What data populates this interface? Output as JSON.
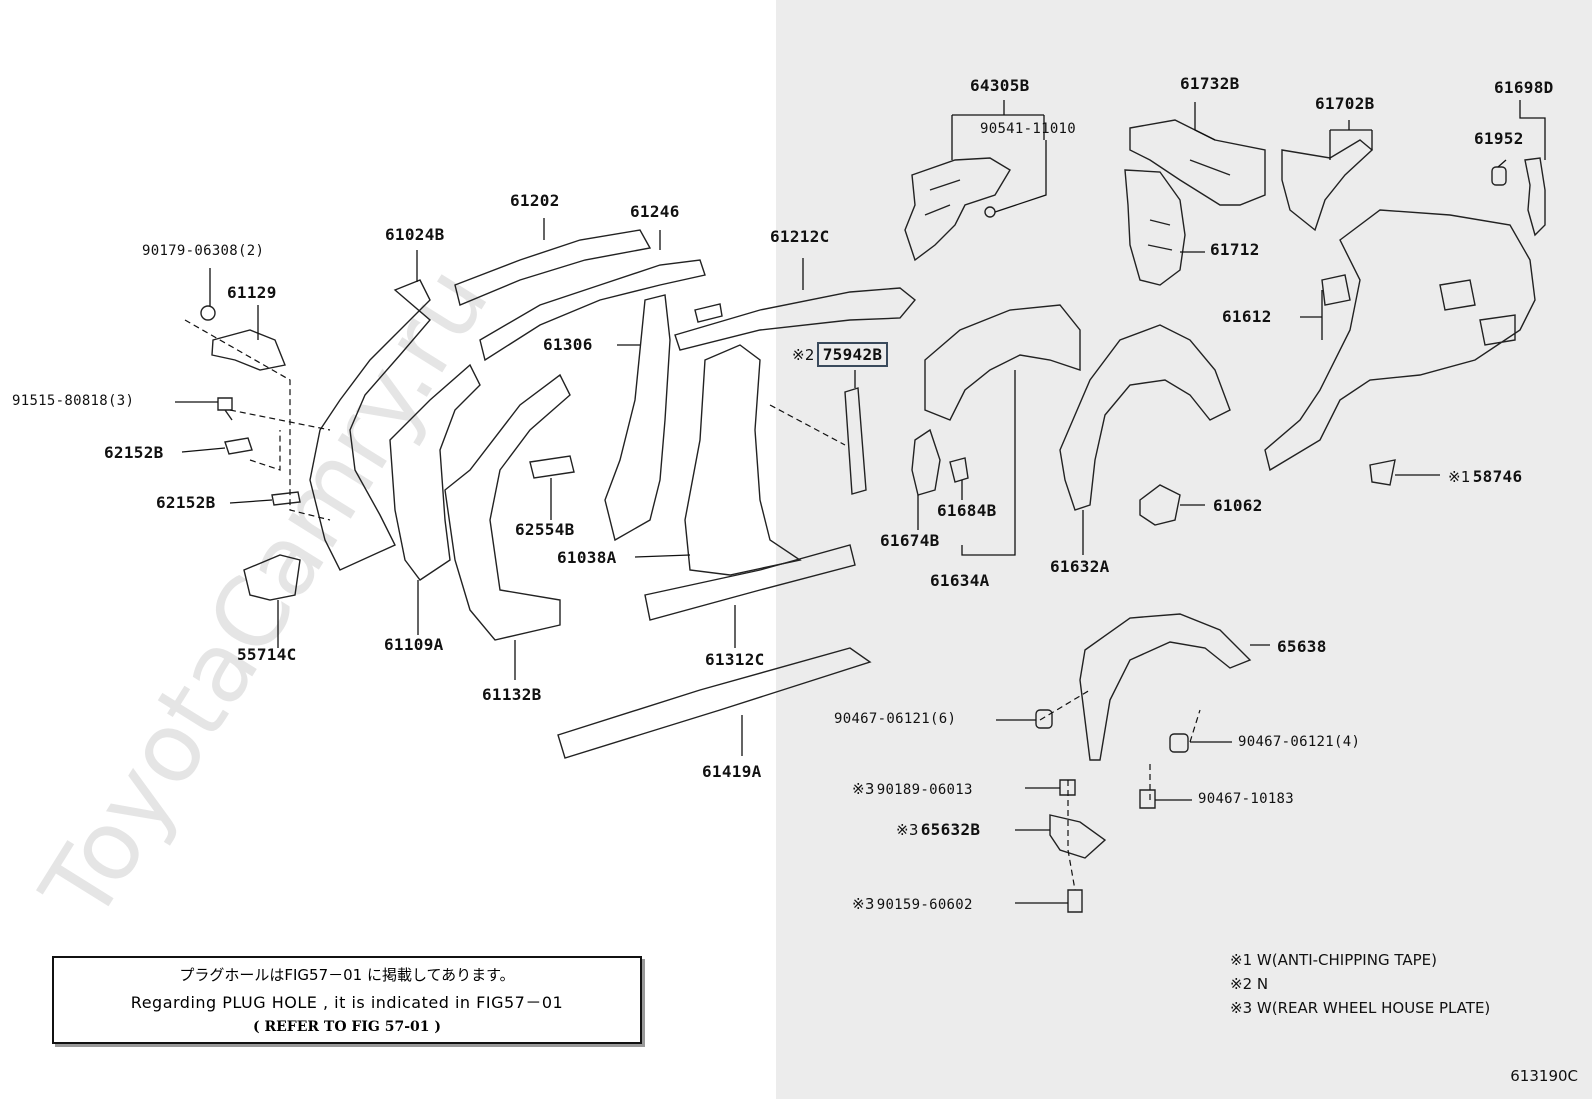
{
  "diagram": {
    "part_labels": {
      "p64305B": "64305B",
      "p90541": "90541-11010",
      "p61732B": "61732B",
      "p61702B": "61702B",
      "p61698D": "61698D",
      "p61952": "61952",
      "p61202": "61202",
      "p61246": "61246",
      "p61024B": "61024B",
      "p61212C": "61212C",
      "p90179": "90179-06308(2)",
      "p61129": "61129",
      "p61712": "61712",
      "p61612": "61612",
      "p61306": "61306",
      "p75942B": "75942B",
      "p91515": "91515-80818(3)",
      "p62152B_1": "62152B",
      "p62152B_2": "62152B",
      "p62554B": "62554B",
      "p61038A": "61038A",
      "p61684B": "61684B",
      "p61674B": "61674B",
      "p61634A": "61634A",
      "p61062": "61062",
      "p61632A": "61632A",
      "p58746": "58746",
      "p55714C": "55714C",
      "p61109A": "61109A",
      "p61132B": "61132B",
      "p61312C": "61312C",
      "p65638": "65638",
      "p90467_6": "90467-06121(6)",
      "p90467_4": "90467-06121(4)",
      "p61419A": "61419A",
      "p90189": "90189-06013",
      "p90467_10183": "90467-10183",
      "p65632B": "65632B",
      "p90159": "90159-60602"
    },
    "marks": {
      "m75942B": "※2",
      "m58746": "※1",
      "m90189": "※3",
      "m65632B": "※3",
      "m90159": "※3"
    }
  },
  "note": {
    "line1": "プラグホールはFIG57－01 に掲載してあります。",
    "line2": "Regarding PLUG HOLE , it is indicated in FIG57－01",
    "line3": "(    REFER TO FIG 57-01  )"
  },
  "footnotes": [
    "※1 W(ANTI-CHIPPING TAPE)",
    "※2 N",
    "※3 W(REAR WHEEL HOUSE PLATE)"
  ],
  "figure_number": "613190C",
  "watermark": "ToyotaCamry.ru"
}
